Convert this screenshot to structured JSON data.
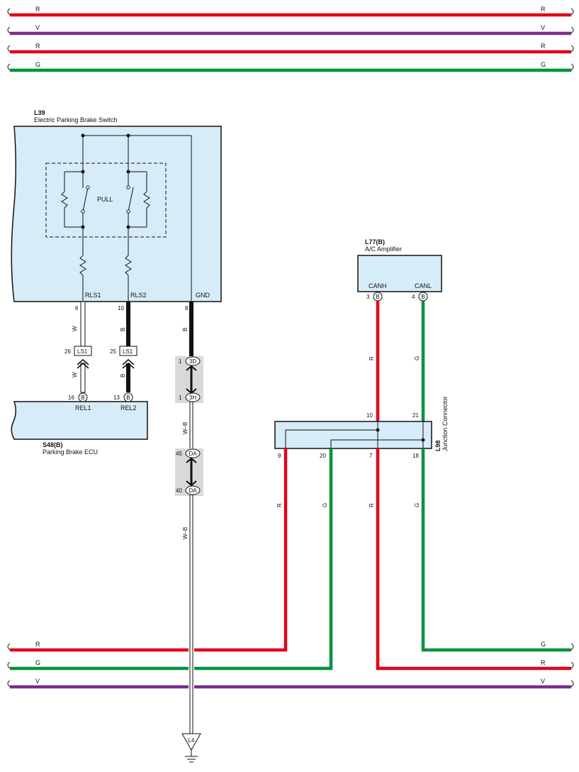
{
  "colors": {
    "red": "#e3001b",
    "violet": "#7a2d8c",
    "green": "#00933e",
    "black": "#111111",
    "white_wire": "#ffffff",
    "box_fill": "#d6ecf8",
    "connector_shade": "#d9d9d9"
  },
  "top_bus": {
    "wires": [
      {
        "left": "R",
        "right": "R",
        "color": "red"
      },
      {
        "left": "V",
        "right": "V",
        "color": "violet"
      },
      {
        "left": "R",
        "right": "R",
        "color": "red"
      },
      {
        "left": "G",
        "right": "G",
        "color": "green"
      }
    ]
  },
  "bottom_bus": {
    "wires": [
      {
        "left": "R",
        "right": "G"
      },
      {
        "left": "G",
        "right": "R"
      },
      {
        "left": "V",
        "right": "V"
      }
    ]
  },
  "l39": {
    "code": "L39",
    "name": "Electric Parking Brake Switch",
    "switch_label": "PULL",
    "pins": [
      {
        "name": "RLS1",
        "number": "6",
        "wire": "W"
      },
      {
        "name": "RLS2",
        "number": "10",
        "wire": "B"
      },
      {
        "name": "GND",
        "number": "8",
        "wire": "B"
      }
    ]
  },
  "ls1_connectors": [
    {
      "number": "26",
      "label": "LS1",
      "wire": "W"
    },
    {
      "number": "25",
      "label": "LS1",
      "wire": "B"
    }
  ],
  "s48": {
    "code": "S48(B)",
    "name": "Parking Brake ECU",
    "pins": [
      {
        "number": "16",
        "connector": "B",
        "name": "REL1"
      },
      {
        "number": "13",
        "connector": "B",
        "name": "REL2"
      }
    ]
  },
  "ground_path": {
    "connectors": [
      {
        "number": "1",
        "label": "3D"
      },
      {
        "number": "1",
        "label": "3H"
      },
      {
        "number": "45",
        "label": "DA"
      },
      {
        "number": "40",
        "label": "DA"
      }
    ],
    "wire_labels": [
      "W–B",
      "W–B"
    ],
    "ground_point": "L4"
  },
  "l77": {
    "code": "L77(B)",
    "name": "A/C Amplifier",
    "pins": [
      {
        "name": "CANH",
        "number": "3",
        "connector": "B",
        "wire": "R"
      },
      {
        "name": "CANL",
        "number": "4",
        "connector": "B",
        "wire": "G"
      }
    ]
  },
  "l98": {
    "code": "L98",
    "name": "Junction Connector",
    "top_pins": [
      "10",
      "21"
    ],
    "bottom_pins": [
      "9",
      "20",
      "7",
      "18"
    ],
    "bottom_wires": [
      "R",
      "G",
      "R",
      "G"
    ]
  }
}
